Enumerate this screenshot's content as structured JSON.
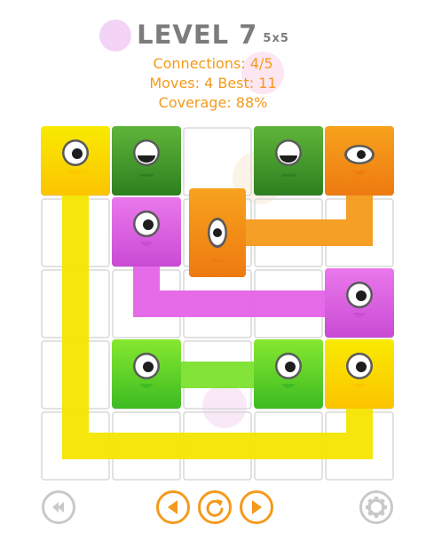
{
  "header": {
    "level_label": "LEVEL 7",
    "board_size_label": "5x5",
    "connections": "Connections: 4/5",
    "moves": "Moves: 4 Best: 11",
    "coverage": "Coverage: 88%"
  },
  "colors": {
    "yellow": "#f4e600",
    "dark_green": "#3c9a28",
    "orange": "#f49a1b",
    "magenta": "#e563e8",
    "lime": "#7ce22e",
    "title_gray": "#7c7c7c",
    "stat_orange": "#f39a1c",
    "grid_line": "#d8d8d8"
  },
  "board": {
    "rows": 5,
    "cols": 5,
    "pieces": [
      {
        "id": "yellow-top-left",
        "color": "yellow",
        "row": 0,
        "col": 0,
        "eye": "open"
      },
      {
        "id": "dark-green-left",
        "color": "dark_green",
        "row": 0,
        "col": 1,
        "eye": "half-closed"
      },
      {
        "id": "dark-green-right",
        "color": "dark_green",
        "row": 0,
        "col": 3,
        "eye": "half-closed"
      },
      {
        "id": "orange-top-right",
        "color": "orange",
        "row": 0,
        "col": 4,
        "eye": "squint"
      },
      {
        "id": "magenta-left",
        "color": "magenta",
        "row": 1,
        "col": 1,
        "eye": "open"
      },
      {
        "id": "orange-center",
        "color": "orange",
        "row": 1,
        "col": 2,
        "eye": "tall"
      },
      {
        "id": "magenta-right",
        "color": "magenta",
        "row": 2,
        "col": 4,
        "eye": "open"
      },
      {
        "id": "lime-left",
        "color": "lime",
        "row": 3,
        "col": 1,
        "eye": "open"
      },
      {
        "id": "lime-right",
        "color": "lime",
        "row": 3,
        "col": 3,
        "eye": "open"
      },
      {
        "id": "yellow-right",
        "color": "yellow",
        "row": 3,
        "col": 4,
        "eye": "open"
      }
    ],
    "paths": [
      {
        "color": "yellow",
        "cells": [
          [
            0,
            0
          ],
          [
            1,
            0
          ],
          [
            2,
            0
          ],
          [
            3,
            0
          ],
          [
            4,
            0
          ],
          [
            4,
            1
          ],
          [
            4,
            2
          ],
          [
            4,
            3
          ],
          [
            4,
            4
          ],
          [
            3,
            4
          ]
        ]
      },
      {
        "color": "magenta",
        "cells": [
          [
            1,
            1
          ],
          [
            2,
            1
          ],
          [
            2,
            2
          ],
          [
            2,
            3
          ],
          [
            2,
            4
          ]
        ]
      },
      {
        "color": "orange",
        "cells": [
          [
            1,
            2
          ],
          [
            1,
            3
          ],
          [
            1,
            4
          ],
          [
            0,
            4
          ]
        ]
      },
      {
        "color": "lime",
        "cells": [
          [
            3,
            1
          ],
          [
            3,
            2
          ],
          [
            3,
            3
          ]
        ]
      }
    ]
  },
  "controls": {
    "back_icon": "double-chevron-left-icon",
    "prev_icon": "triangle-left-icon",
    "restart_icon": "restart-icon",
    "next_icon": "triangle-right-icon",
    "settings_icon": "gear-icon"
  }
}
